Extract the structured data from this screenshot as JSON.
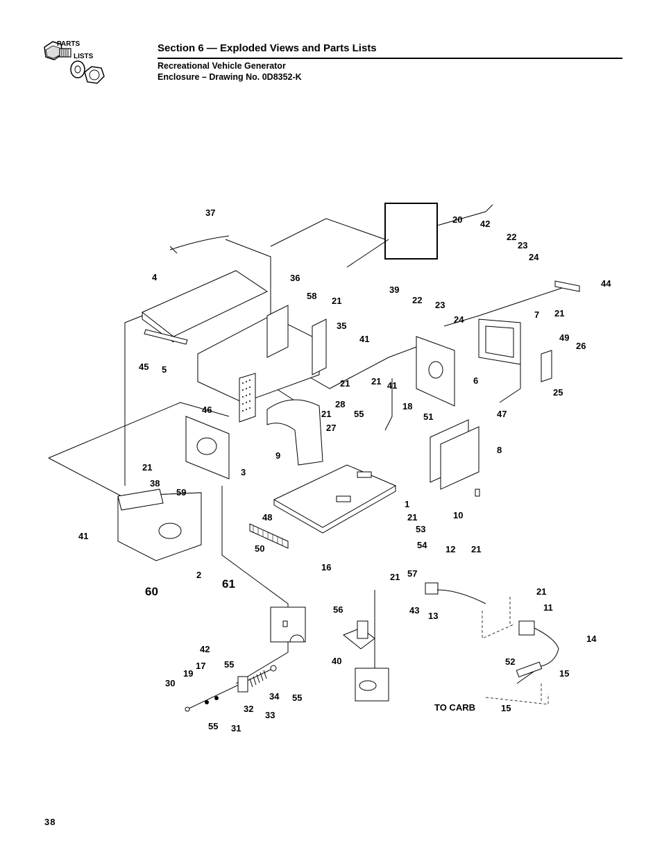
{
  "header": {
    "logo_top": "PARTS",
    "logo_bottom": "LISTS",
    "section_title": "Section 6 — Exploded Views and Parts Lists",
    "subtitle_line1": "Recreational Vehicle Generator",
    "subtitle_line2": "Enclosure – Drawing No. 0D8352-K"
  },
  "page_number": "38",
  "diagram": {
    "to_carb_label": "TO CARB",
    "callouts": [
      "37",
      "20",
      "42",
      "22",
      "23",
      "24",
      "4",
      "36",
      "58",
      "21",
      "39",
      "22",
      "23",
      "24",
      "44",
      "35",
      "41",
      "7",
      "21",
      "49",
      "26",
      "45",
      "5",
      "21",
      "21",
      "41",
      "6",
      "25",
      "18",
      "51",
      "46",
      "21",
      "28",
      "55",
      "27",
      "47",
      "9",
      "8",
      "21",
      "3",
      "1",
      "38",
      "59",
      "21",
      "53",
      "48",
      "10",
      "41",
      "50",
      "54",
      "12",
      "21",
      "2",
      "60",
      "61",
      "57",
      "16",
      "21",
      "21",
      "43",
      "13",
      "11",
      "56",
      "14",
      "40",
      "42",
      "17",
      "55",
      "52",
      "15",
      "19",
      "30",
      "32",
      "34",
      "55",
      "33",
      "55",
      "31",
      "15"
    ]
  }
}
